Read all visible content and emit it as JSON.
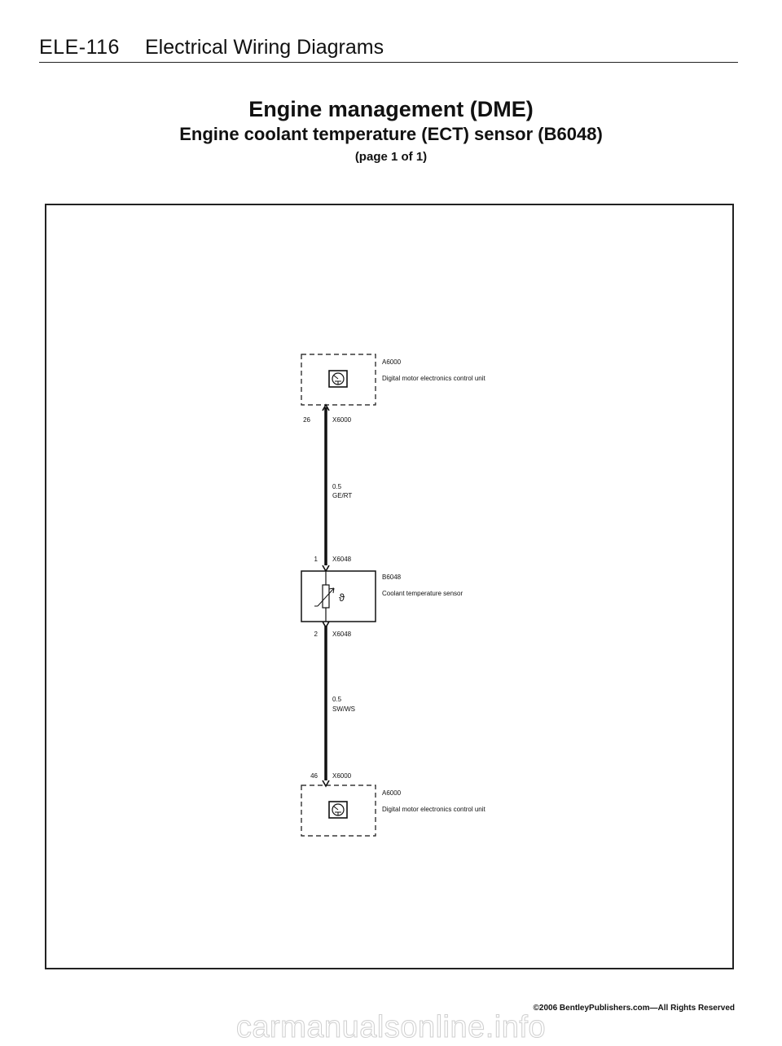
{
  "header": {
    "page_code": "ELE-116",
    "section_title": "Electrical Wiring Diagrams"
  },
  "titles": {
    "main": "Engine management (DME)",
    "sub": "Engine coolant temperature (ECT) sensor (B6048)",
    "page": "(page 1 of 1)"
  },
  "diagram": {
    "top_module": {
      "id": "A6000",
      "description": "Digital motor  electronics control unit",
      "icon": "ecu-module-icon"
    },
    "connector_top": {
      "pin": "26",
      "connector": "X6000"
    },
    "wire_top": {
      "gauge": "0.5",
      "color_code": "GE/RT"
    },
    "sensor_pin1": {
      "pin": "1",
      "connector": "X6048"
    },
    "sensor": {
      "id": "B6048",
      "description": "Coolant temperature sensor",
      "symbol": "ϑ",
      "icon": "thermistor-icon"
    },
    "sensor_pin2": {
      "pin": "2",
      "connector": "X6048"
    },
    "wire_bottom": {
      "gauge": "0.5",
      "color_code": "SW/WS"
    },
    "connector_bottom": {
      "pin": "46",
      "connector": "X6000"
    },
    "bottom_module": {
      "id": "A6000",
      "description": "Digital motor electronics control unit",
      "icon": "ecu-module-icon"
    }
  },
  "footer": {
    "copyright": "©2006 BentleyPublishers.com—All Rights Reserved",
    "watermark": "carmanualsonline.info"
  }
}
